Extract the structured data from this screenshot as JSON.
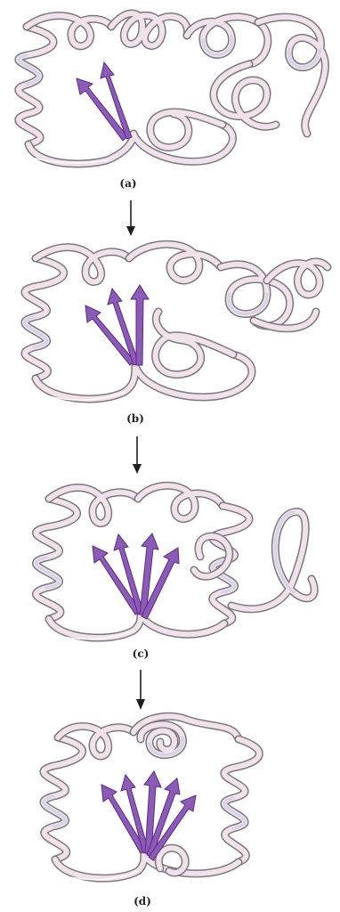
{
  "figure": {
    "panels": [
      {
        "label": "(a)",
        "strand_count": 2
      },
      {
        "label": "(b)",
        "strand_count": 3
      },
      {
        "label": "(c)",
        "strand_count": 4
      },
      {
        "label": "(d)",
        "strand_count": 5
      }
    ],
    "colors": {
      "ribbon_face": "#f1e2ea",
      "ribbon_edge": "#7d7880",
      "ribbon_tint": "#c9cde6",
      "strand": "#8b5bb5",
      "strand_edge": "#5a2b86",
      "label": "#222222",
      "background": "#ffffff"
    }
  }
}
